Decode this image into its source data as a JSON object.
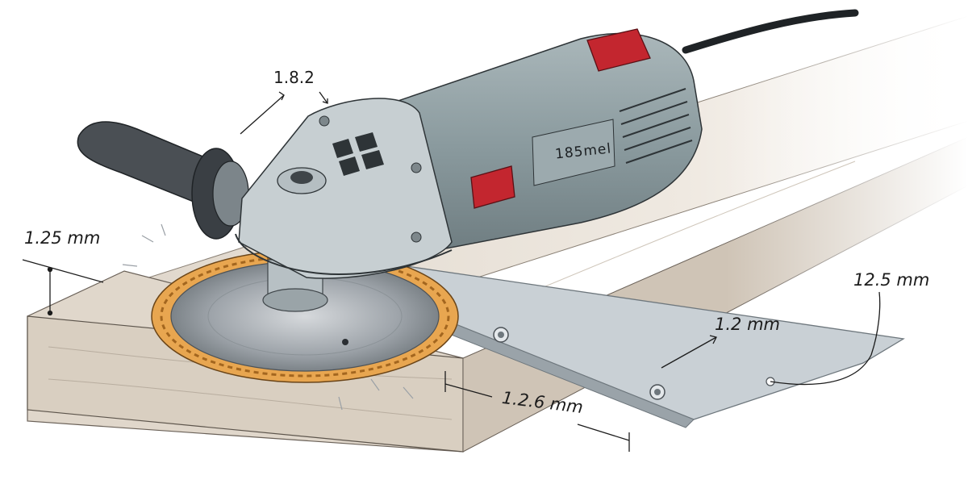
{
  "annotations": {
    "top_label": "1.8.2",
    "left_label": "1.25 mm",
    "right_label": "12.5 mm",
    "guide_label": "1.2 mm",
    "bottom_label": "1.2.6 mm"
  },
  "tool": {
    "model_marking": "185mel"
  },
  "colors": {
    "grinder_body": "#8c9ca0",
    "switch_red": "#c3262f",
    "board": "#e4ddd3",
    "disc_rim": "#d28a2e",
    "guide_rail": "#c5ccd1"
  }
}
